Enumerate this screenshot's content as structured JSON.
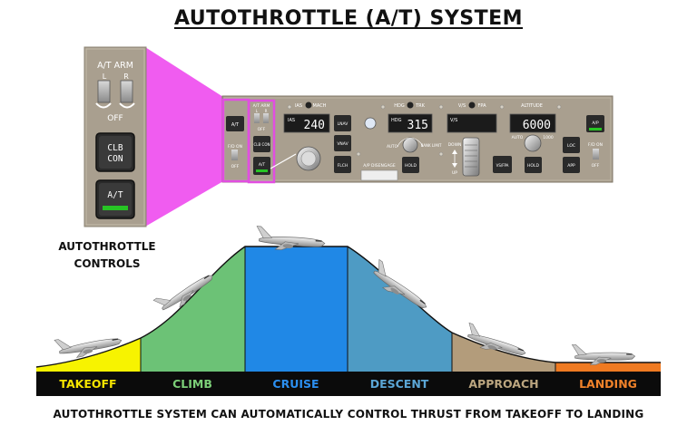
{
  "title": "AUTOTHROTTLE (A/T) SYSTEM",
  "controls_caption_line1": "AUTOTHROTTLE",
  "controls_caption_line2": "CONTROLS",
  "footer": "AUTOTHROTTLE SYSTEM  CAN AUTOMATICALLY CONTROL THRUST FROM TAKEOFF TO LANDING",
  "zoom_panel": {
    "at_arm": "A/T ARM",
    "left": "L",
    "right": "R",
    "off": "OFF",
    "clb_con_line1": "CLB",
    "clb_con_line2": "CON",
    "at_button": "A/T"
  },
  "mcp": {
    "ias_mach_label": "IAS",
    "mach_label": "MACH",
    "ias_window_label": "IAS",
    "ias_value": "240",
    "hdg_trk_label": "HDG",
    "trk_label": "TRK",
    "hdg_window_label": "HDG",
    "hdg_value": "315",
    "vs_fpa_label": "V/S",
    "fpa_label": "FPA",
    "vs_window_label": "V/S",
    "altitude_label": "ALTITUDE",
    "altitude_value": "6000",
    "auto_label": "AUTO",
    "thousand_label": "1000",
    "at_arm": "A/T ARM",
    "left": "L",
    "right": "R",
    "off": "OFF",
    "at_left_button": "A/T",
    "fd_on_left": "F/D ON",
    "off_left": "OFF",
    "clb_con": "CLB CON",
    "at_button": "A/T",
    "lnav": "LNAV",
    "vnav": "VNAV",
    "flch": "FLCH",
    "hold_hdg": "HOLD",
    "bank_limit": "BANK LIMIT",
    "auto_bank": "AUTO",
    "down": "DOWN",
    "up": "UP",
    "vs_fpa_button": "VS/FPA",
    "hold_alt": "HOLD",
    "loc": "LOC",
    "app": "APP",
    "ap_right": "A/P",
    "fd_on_right": "F/D ON",
    "off_right": "OFF",
    "autopilot_disengage": "A/P DISENGAGE"
  },
  "phases": [
    {
      "label": "TAKEOFF",
      "color": "#f7f300",
      "text_color": "#f5e400"
    },
    {
      "label": "CLIMB",
      "color": "#6cc276",
      "text_color": "#7ccf78"
    },
    {
      "label": "CRUISE",
      "color": "#2088e6",
      "text_color": "#2b8ff0"
    },
    {
      "label": "DESCENT",
      "color": "#4e9bc4",
      "text_color": "#5ba6d6"
    },
    {
      "label": "APPROACH",
      "color": "#b39c7b",
      "text_color": "#bba57f"
    },
    {
      "label": "LANDING",
      "color": "#ef7a22",
      "text_color": "#f0822a"
    }
  ],
  "colors": {
    "magenta": "#f05cf0",
    "panel": "#a99f8f",
    "panel_dark": "#8d8474",
    "button": "#2a2a2a",
    "green_light": "#27c424",
    "display_bg": "#1b1b1b",
    "display_text": "#ffffff",
    "bar": "#0b0b0b"
  }
}
